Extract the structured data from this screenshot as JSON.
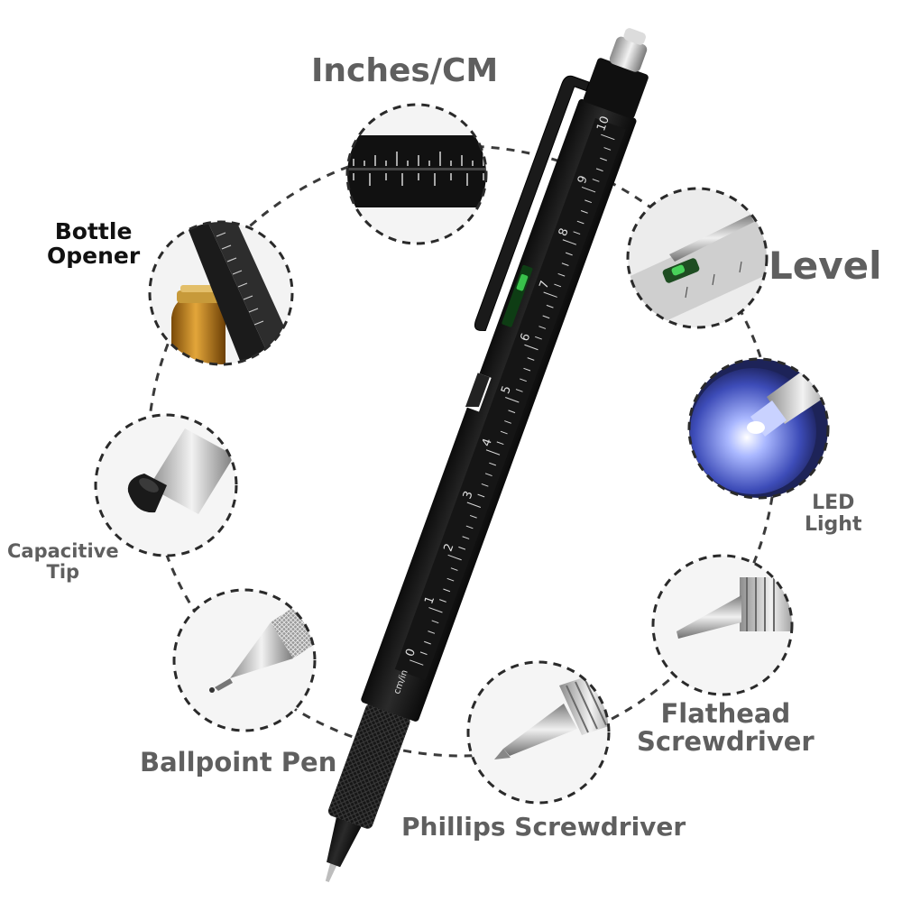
{
  "labels": {
    "inches_cm": "Inches/CM",
    "bottle_opener": [
      "Bottle",
      "Opener"
    ],
    "level": "Level",
    "capacitive_tip": [
      "Capacitive",
      "Tip"
    ],
    "led_light": [
      "LED",
      "Light"
    ],
    "ballpoint_pen": "Ballpoint Pen",
    "flathead_screwdriver": [
      "Flathead",
      "Screwdriver"
    ],
    "phillips_screwdriver": "Phillips Screwdriver"
  },
  "ruler": {
    "ticks": [
      "0",
      "1",
      "2",
      "3",
      "4",
      "5",
      "6",
      "7",
      "8",
      "9",
      "10"
    ],
    "unit": "cm/in"
  },
  "colors": {
    "label_gray": "#5f5f5f",
    "label_dark": "#111111",
    "pen_body": "#1b1b1b",
    "dash_ring": "#3a3a3a",
    "brass": "#c48a1e"
  }
}
